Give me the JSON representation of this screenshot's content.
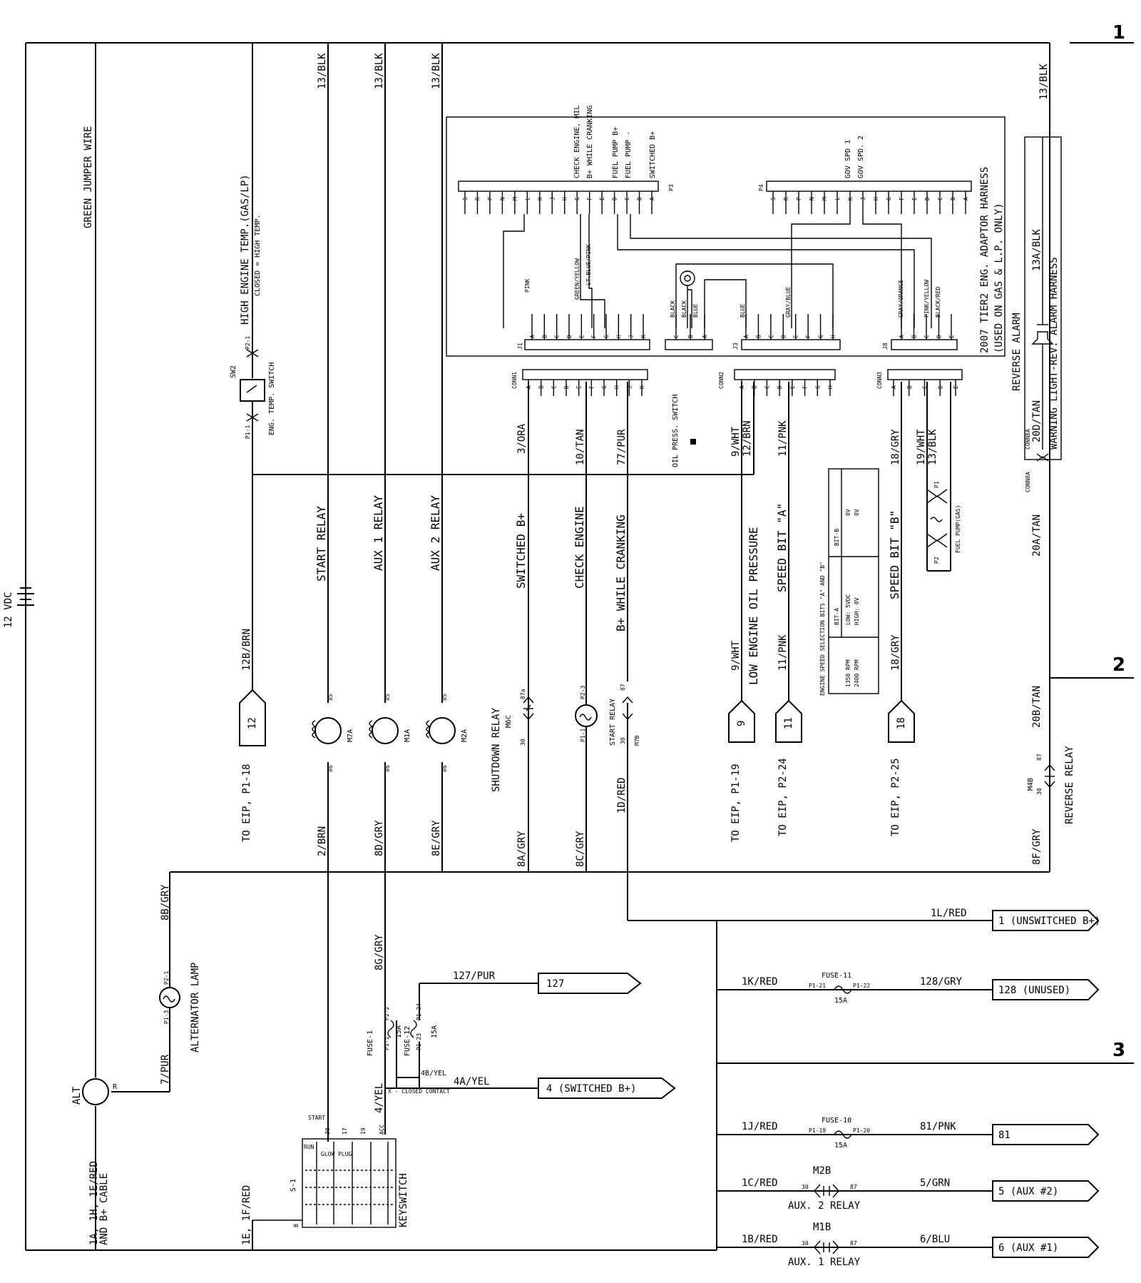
{
  "zones": [
    "1",
    "2",
    "3"
  ],
  "left": {
    "battery": "12 VDC",
    "green_jumper": "GREEN JUMPER WIRE",
    "alt": "ALT",
    "alt_terminal": "R",
    "cable_1": "1A, 1H, 1E/RED",
    "cable_2": "AND B+ CABLE",
    "wire_1e": "1E, 1F/RED",
    "wire_7pur": "7/PUR",
    "wire_8bgry": "8B/GRY",
    "alt_lamp": "ALTERNATOR LAMP",
    "lamp_pin_a": "P2-1",
    "lamp_pin_b": "P1-3"
  },
  "sw2": {
    "name": "SW2",
    "title": "HIGH ENGINE TEMP.(GAS/LP)",
    "note": "CLOSED = HIGH TEMP.",
    "sub": "ENG. TEMP. SWITCH",
    "pin_a": "P2-1",
    "pin_b": "P1-1",
    "wire": "12B/BRN",
    "tag": "12",
    "to": "TO EIP, P1-18"
  },
  "relays": [
    {
      "top": "13/BLK",
      "name": "START RELAY",
      "id": "M7A",
      "bottom": "2/BRN",
      "p85": "85",
      "p86": "86"
    },
    {
      "top": "13/BLK",
      "name": "AUX 1 RELAY",
      "id": "M1A",
      "bottom": "8D/GRY",
      "p85": "85",
      "p86": "86"
    },
    {
      "top": "13/BLK",
      "name": "AUX 2 RELAY",
      "id": "M2A",
      "bottom": "8E/GRY",
      "p85": "85",
      "p86": "86"
    }
  ],
  "wire_8ggry": "8G/GRY",
  "adaptor": {
    "title": "2007 TIER2 ENG. ADAPTOR HARNESS",
    "sub": "(USED ON GAS & L.P. ONLY)",
    "p3": "P3",
    "p4": "P4",
    "j1": "J1",
    "j3": "J3",
    "j8": "J8",
    "p3_labels": [
      "CHECK ENGINE, MIL",
      "B+ WHILE CRANKING",
      "FUEL PUMP B+",
      "FUEL PUMP -",
      "SWITCHED B+"
    ],
    "p4_labels": [
      "GOV SPD 1",
      "GOV SPD. 2"
    ],
    "p3_pins": [
      "S",
      "R",
      "P",
      "N",
      "M",
      "L",
      "K",
      "J",
      "H",
      "G",
      "F",
      "E",
      "D",
      "C",
      "B",
      "A"
    ],
    "p4_pins": [
      "S",
      "R",
      "P",
      "N",
      "M",
      "L",
      "K",
      "J",
      "H",
      "G",
      "F",
      "E",
      "D",
      "C",
      "B",
      "A"
    ],
    "j1_pins": [
      "A",
      "B",
      "C",
      "D",
      "E",
      "F",
      "G",
      "H",
      "J",
      "K"
    ],
    "j3_pins": [
      "A",
      "B",
      "C",
      "D",
      "E",
      "F",
      "G",
      "H"
    ],
    "j8_pins": [
      "A",
      "B",
      "C",
      "D",
      "E"
    ],
    "oil_pins": [
      "C",
      "B",
      "A"
    ],
    "colors": [
      "PINK",
      "GREEN/YELLOW",
      "LT.BLUE/PINK",
      "BLACK",
      "BLACK",
      "BLUE",
      "BLUE",
      "GRAY/BLUE",
      "GRAY/ORANGE",
      "PINK/YELLOW",
      "BLACK/RED"
    ]
  },
  "conn": {
    "c1": "CONN1",
    "c2": "CONN2",
    "c3": "CONN3",
    "c8a": "CONN8A",
    "oil": "OIL PRESS. SWITCH",
    "c1_pins": [
      "A",
      "B",
      "C",
      "D",
      "E",
      "F",
      "G",
      "H",
      "J",
      "K"
    ],
    "c2_pins": [
      "A",
      "B",
      "C",
      "D",
      "E",
      "F",
      "G",
      "H"
    ],
    "c3_pins": [
      "A",
      "B",
      "C",
      "D",
      "E"
    ]
  },
  "mid_wires": {
    "ora": "3/ORA",
    "tan": "10/TAN",
    "pur": "77/PUR",
    "shutdown": "SWITCHED B+",
    "check": "CHECK ENGINE",
    "crank": "B+ WHILE CRANKING",
    "sd_relay": "SHUTDOWN RELAY",
    "sd_id": "M6C",
    "sd_pin_a": "87a",
    "sd_pin_b": "30",
    "ce_pin_a": "P2-3",
    "ce_pin_b": "P1-1",
    "st_relay": "START RELAY",
    "st_id": "M7B",
    "st_pin_a": "87",
    "st_pin_b": "30",
    "w8a": "8A/GRY",
    "w8c": "8C/GRY",
    "w1d": "1D/RED"
  },
  "sensors": {
    "w9": "9/WHT",
    "w12": "12/BRN",
    "w11": "11/PNK",
    "w18": "18/GRY",
    "w19": "19/WHT",
    "w13": "13/BLK",
    "low_oil": "LOW ENGINE OIL PRESSURE",
    "speed_a": "SPEED BIT \"A\"",
    "speed_b": "SPEED BIT \"B\"",
    "w9b": "9/WHT",
    "w11b": "11/PNK",
    "w18b": "18/GRY",
    "tag9": "9",
    "tag11": "11",
    "tag18": "18",
    "to9": "TO EIP, P1-19",
    "to11": "TO EIP, P2-24",
    "to18": "TO EIP, P2-25",
    "fuel_pump": "FUEL PUMP(GAS)",
    "fp_pin_a": "P1",
    "fp_pin_b": "P2"
  },
  "speed_table": {
    "title": "ENGINE SPEED SELECTION BITS \"A\" AND \"B\"",
    "bit_a": "BIT-A",
    "bit_b": "BIT-B",
    "low": "LOW: 5VDC",
    "high": "HIGH: 0V",
    "b_low": "0V",
    "b_high": "0V",
    "rpm_low": "1350 RPM",
    "rpm_high": "2400 RPM"
  },
  "right": {
    "top": "13/BLK",
    "w13a": "13A/BLK",
    "alarm_harness": "WARNING LIGHT-REV. ALARM HARNESS",
    "rev_alarm": "REVERSE ALARM",
    "w20d": "20D/TAN",
    "conn8a": "CONN8A",
    "w20a": "20A/TAN",
    "w20b": "20B/TAN",
    "w8f": "8F/GRY",
    "rev_relay": "REVERSE RELAY",
    "rev_id": "M4B",
    "pin30": "30",
    "pin87": "87"
  },
  "bottom": {
    "w1l": "1L/RED",
    "out1": "1 (UNSWITCHED B+)",
    "w1k": "1K/RED",
    "fuse11": "FUSE-11",
    "f11a": "P1-21",
    "f11b": "P1-22",
    "f11amp": "15A",
    "w128": "128/GRY",
    "out128": "128 (UNUSED)",
    "w1j": "1J/RED",
    "fuse10": "FUSE-10",
    "f10a": "P1-19",
    "f10b": "P1-20",
    "f10amp": "15A",
    "w81": "81/PNK",
    "out81": "81",
    "w1c": "1C/RED",
    "m2b": "M2B",
    "aux2": "AUX. 2 RELAY",
    "w5": "5/GRN",
    "out5": "5 (AUX #2)",
    "w1b": "1B/RED",
    "m1b": "M1B",
    "aux1": "AUX. 1 RELAY",
    "w6": "6/BLU",
    "out6": "6 (AUX #1)",
    "p30": "30",
    "p87": "87"
  },
  "keyswitch": {
    "name": "KEYSWITCH",
    "id": "S-1",
    "start": "START",
    "run": "RUN",
    "glow": "GLOW PLUG",
    "pins": [
      "30",
      "17",
      "19",
      "ACC"
    ],
    "pin_b": "B",
    "x_note": "X - CLOSED CONTACT",
    "w4yel": "4/YEL",
    "w127": "127/PUR",
    "out127": "127",
    "w4a": "4A/YEL",
    "out4": "4 (SWITCHED B+)",
    "w4b": "4B/YEL",
    "fuse1": "FUSE-1",
    "fuse12": "FUSE-12",
    "f1a": "P2-2",
    "f1b": "P1-1",
    "f12a": "P1-24",
    "f12b": "P1-23",
    "amp": "15A"
  }
}
